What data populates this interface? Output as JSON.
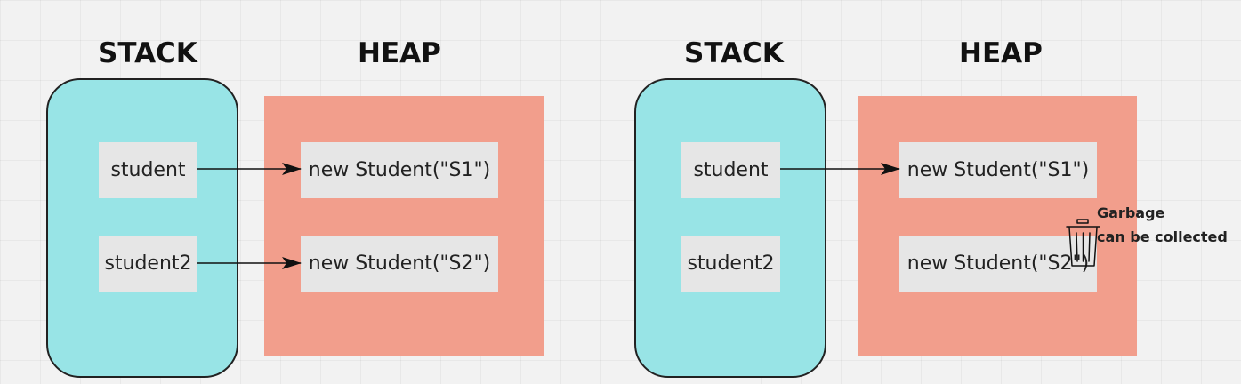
{
  "left": {
    "stack_title": "STACK",
    "heap_title": "HEAP",
    "stack_vars": [
      "student",
      "student2"
    ],
    "heap_objects": [
      "new Student(\"S1\")",
      "new Student(\"S2\")"
    ]
  },
  "right": {
    "stack_title": "STACK",
    "heap_title": "HEAP",
    "stack_vars": [
      "student",
      "student2"
    ],
    "heap_objects": [
      "new Student(\"S1\")",
      "new Student(\"S2\")"
    ],
    "gc_note_line1": "Garbage",
    "gc_note_line2": "can be collected"
  },
  "colors": {
    "stack_fill": "#98e4e6",
    "heap_fill": "#f29e8c",
    "box_fill": "#e6e6e6",
    "border": "#222222"
  },
  "icons": [
    "trash-icon"
  ]
}
